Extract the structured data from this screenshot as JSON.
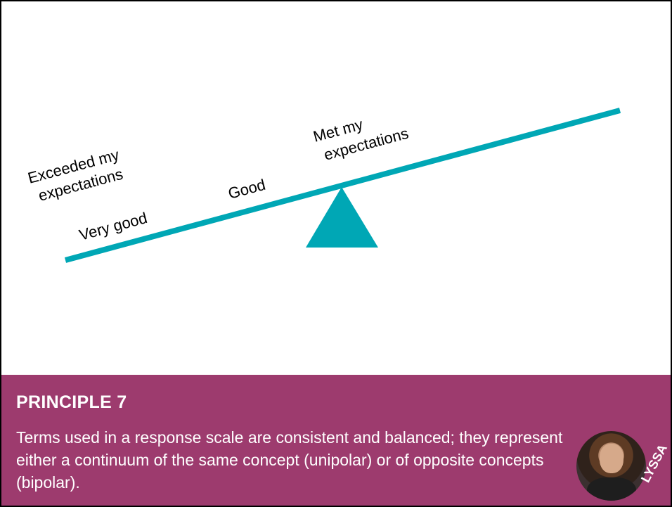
{
  "diagram": {
    "scale_labels": {
      "exceeded_line1": "Exceeded my",
      "exceeded_line2": "expectations",
      "very_good": "Very good",
      "good": "Good",
      "met_line1": "Met my",
      "met_line2": "expectations"
    },
    "colors": {
      "beam": "#00a7b5",
      "fulcrum": "#00a7b5"
    }
  },
  "footer": {
    "title": "PRINCIPLE 7",
    "text": "Terms used in a response scale are consistent and balanced; they represent either a continuum of the same concept (unipolar) or of opposite concepts (bipolar).",
    "stamp": "LYSSA",
    "background": "#9d3b6e"
  }
}
